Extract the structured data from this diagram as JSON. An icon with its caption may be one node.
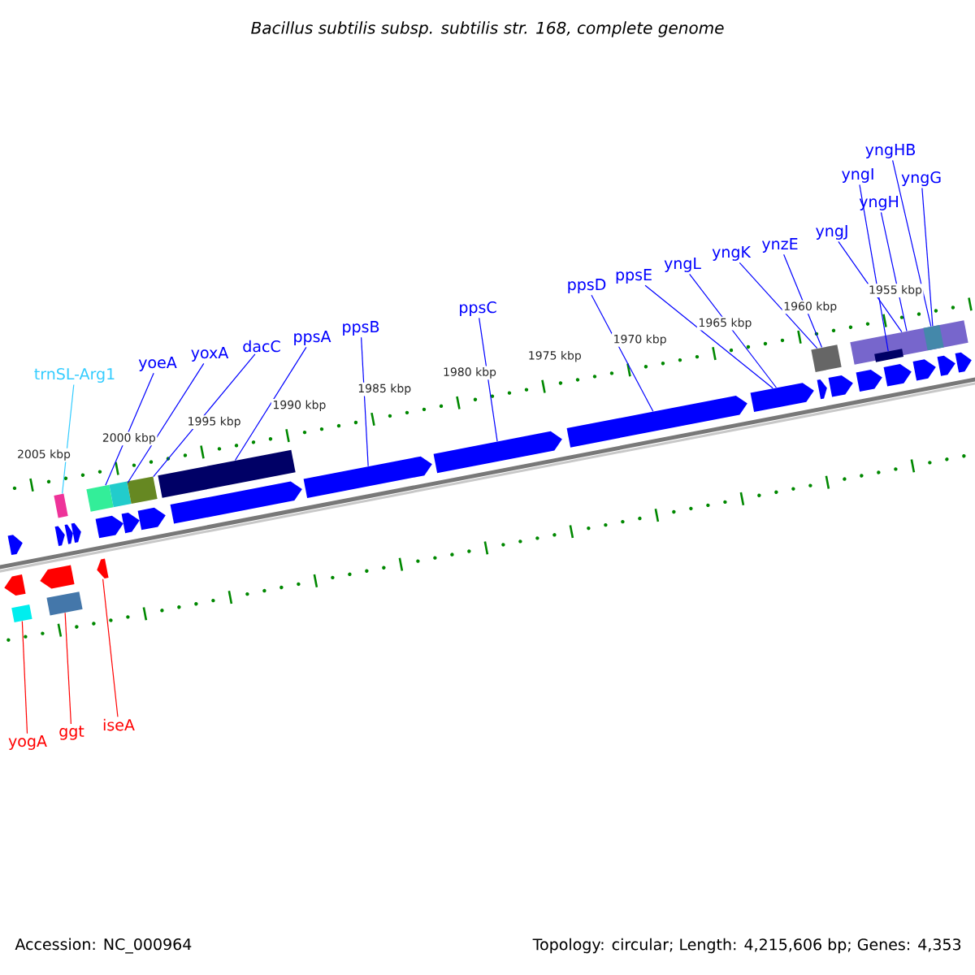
{
  "diagram": {
    "title": "Bacillus subtilis subsp. subtilis str. 168, complete genome",
    "nodes": [
      {
        "text": [
          "trnSL-Arg1"
        ]
      },
      {
        "text": [
          "yoeA"
        ]
      },
      {
        "text": [
          "yoxA"
        ]
      },
      {
        "text": [
          "dacC"
        ]
      },
      {
        "text": [
          "ppsA"
        ]
      },
      {
        "text": [
          "ppsB"
        ]
      },
      {
        "text": [
          "ppsC"
        ]
      },
      {
        "text": [
          "ppsD"
        ]
      },
      {
        "text": [
          "ppsE"
        ]
      },
      {
        "text": [
          "yngL"
        ]
      },
      {
        "text": [
          "yngK"
        ]
      },
      {
        "text": [
          "ynzE"
        ]
      },
      {
        "text": [
          "yngJ"
        ]
      },
      {
        "text": [
          "yngI"
        ]
      },
      {
        "text": [
          "yngHB"
        ]
      },
      {
        "text": [
          "yngH"
        ]
      },
      {
        "text": [
          "yngG"
        ]
      },
      {
        "text": [
          "yogA"
        ]
      },
      {
        "text": [
          "ggt"
        ]
      },
      {
        "text": [
          "iseA"
        ]
      },
      {
        "text": [],
        "shape": "box"
      },
      {
        "text": [],
        "shape": "box"
      },
      {
        "text": [],
        "shape": "box"
      },
      {
        "text": [],
        "shape": "box"
      },
      {
        "text": [],
        "shape": "box"
      },
      {
        "text": [],
        "shape": "arrow"
      },
      {
        "text": [],
        "shape": "arrow"
      },
      {
        "text": [],
        "shape": "arrow"
      },
      {
        "text": [],
        "shape": "arrow"
      },
      {
        "text": [],
        "shape": "box"
      },
      {
        "text": [],
        "shape": "box"
      },
      {
        "text": [],
        "shape": "box",
        "in": 30
      },
      {
        "text": [],
        "shape": "box",
        "in": 30
      },
      {
        "text": [],
        "shape": "box"
      },
      {
        "text": [],
        "shape": "box"
      },
      {
        "text": [],
        "shape": "arrow"
      },
      {
        "text": [],
        "shape": "arrow"
      },
      {
        "text": [],
        "shape": "arrow"
      },
      {
        "text": [],
        "shape": "arrow"
      },
      {
        "text": [],
        "shape": "arrow"
      },
      {
        "text": [],
        "shape": "arrow"
      },
      {
        "text": [],
        "shape": "arrow"
      },
      {
        "text": [],
        "shape": "arrow"
      },
      {
        "text": [],
        "shape": "arrow"
      },
      {
        "text": [],
        "shape": "arrow"
      },
      {
        "text": [],
        "shape": "arrow"
      },
      {
        "text": [],
        "shape": "arrow"
      },
      {
        "text": [],
        "shape": "arrow"
      },
      {
        "text": [],
        "shape": "arrow"
      },
      {
        "text": [],
        "shape": "arrow"
      },
      {
        "text": [],
        "shape": "arrow"
      },
      {
        "text": [],
        "shape": "arrow"
      },
      {
        "text": [],
        "shape": "arrow"
      }
    ],
    "edges": [
      {
        "from": 0,
        "to": 20,
        "arrow": "none",
        "color": "#33ccff"
      },
      {
        "from": 1,
        "to": 21,
        "arrow": "none"
      },
      {
        "from": 2,
        "to": 22,
        "arrow": "none"
      },
      {
        "from": 3,
        "to": 23,
        "arrow": "none"
      },
      {
        "from": 4,
        "to": 24,
        "arrow": "none"
      },
      {
        "from": 5,
        "to": 25,
        "arrow": "none"
      },
      {
        "from": 6,
        "to": 26,
        "arrow": "none"
      },
      {
        "from": 7,
        "to": 27,
        "arrow": "none"
      },
      {
        "from": 8,
        "to": 28,
        "arrow": "none"
      },
      {
        "from": 9,
        "to": 28,
        "arrow": "none"
      },
      {
        "from": 10,
        "to": 29,
        "arrow": "none"
      },
      {
        "from": 11,
        "to": 29,
        "arrow": "none"
      },
      {
        "from": 12,
        "to": 30,
        "arrow": "none"
      },
      {
        "from": 13,
        "to": 31,
        "arrow": "none"
      },
      {
        "from": 14,
        "to": 32,
        "arrow": "none"
      },
      {
        "from": 15,
        "to": 30,
        "arrow": "none"
      },
      {
        "from": 16,
        "to": 32,
        "arrow": "none"
      },
      {
        "from": 17,
        "to": 33,
        "arrow": "none",
        "color": "#ff0000"
      },
      {
        "from": 18,
        "to": 34,
        "arrow": "none",
        "color": "#ff0000"
      },
      {
        "from": 19,
        "to": 35,
        "arrow": "none",
        "color": "#ff0000"
      }
    ],
    "labels": [
      "2005 kbp",
      "2000 kbp",
      "1995 kbp",
      "1990 kbp",
      "1985 kbp",
      "1980 kbp",
      "1975 kbp",
      "1970 kbp",
      "1965 kbp",
      "1960 kbp",
      "1955 kbp",
      "Accession: NC_000964",
      "Topology: circular; Length: 4,215,606 bp; Genes: 4,353"
    ]
  }
}
